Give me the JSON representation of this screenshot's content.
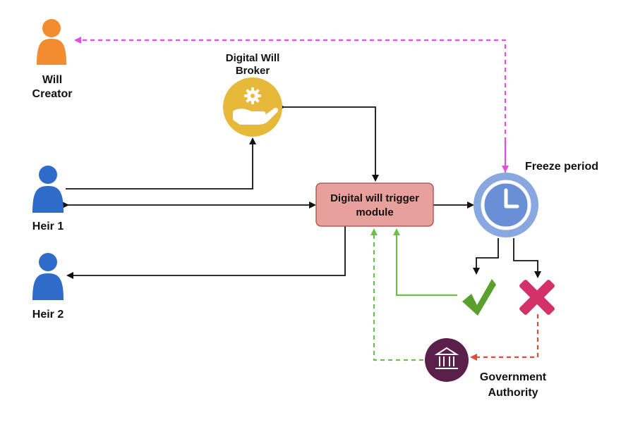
{
  "nodes": {
    "will_creator": {
      "line1": "Will",
      "line2": "Creator",
      "color": "#f28c30"
    },
    "broker": {
      "line1": "Digital Will",
      "line2": "Broker",
      "color": "#e6b93a"
    },
    "heir1": {
      "label": "Heir 1",
      "color": "#2f6cc9"
    },
    "heir2": {
      "label": "Heir 2",
      "color": "#2f6cc9"
    },
    "trigger_module": {
      "line1": "Digital will trigger",
      "line2": "module",
      "fill": "#e8a09c",
      "stroke": "#b45b55"
    },
    "freeze": {
      "label": "Freeze period",
      "color": "#8aa8e0"
    },
    "government": {
      "line1": "Government",
      "line2": "Authority",
      "color": "#5a1f4a"
    },
    "approve": {
      "icon": "check-icon",
      "color": "#5aa02c"
    },
    "reject": {
      "icon": "cross-icon",
      "color": "#d23268"
    }
  },
  "edge_colors": {
    "solid": "#111111",
    "creator_link": "#e34ce6",
    "approve_link": "#6cc04a",
    "government_link": "#6cc04a",
    "reject_link": "#e04838"
  }
}
